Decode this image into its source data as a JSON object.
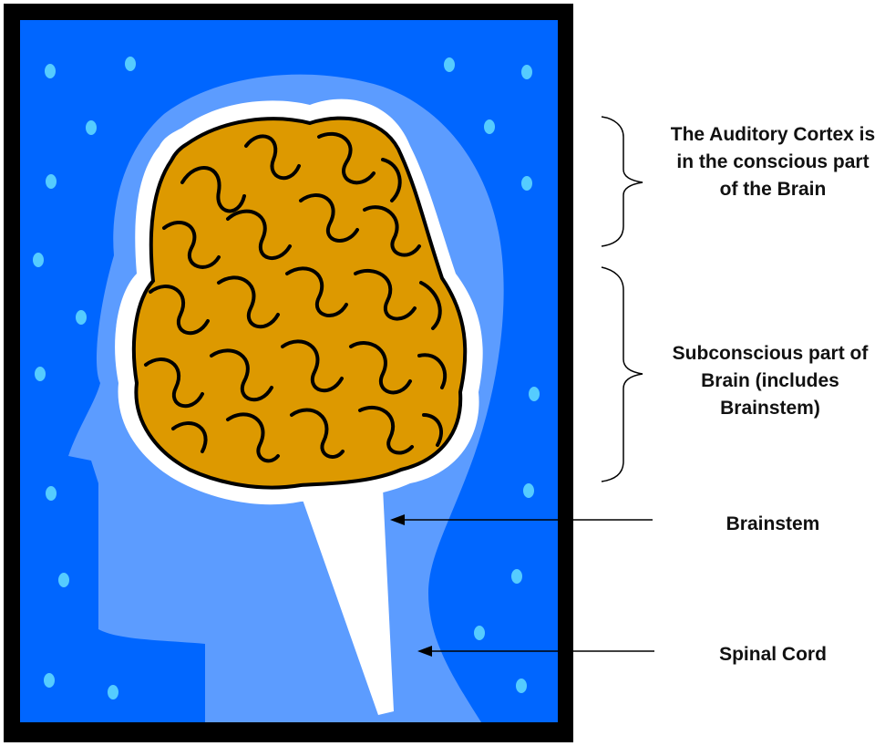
{
  "labels": {
    "auditory_cortex": "The Auditory Cortex is in the conscious part of the Brain",
    "subconscious": "Subconscious part of Brain (includes Brainstem)",
    "brainstem": "Brainstem",
    "spinal_cord": "Spinal Cord"
  },
  "colors": {
    "frame": "#000000",
    "background": "#0066ff",
    "head": "#5c9cff",
    "dots": "#55ccff",
    "brain": "#dd9900",
    "brain_outline": "#000000",
    "brain_halo": "#ffffff",
    "brainstem": "#ffffff",
    "annotation": "#000000"
  },
  "icons": {
    "brain": "brain-icon",
    "head": "head-silhouette"
  }
}
